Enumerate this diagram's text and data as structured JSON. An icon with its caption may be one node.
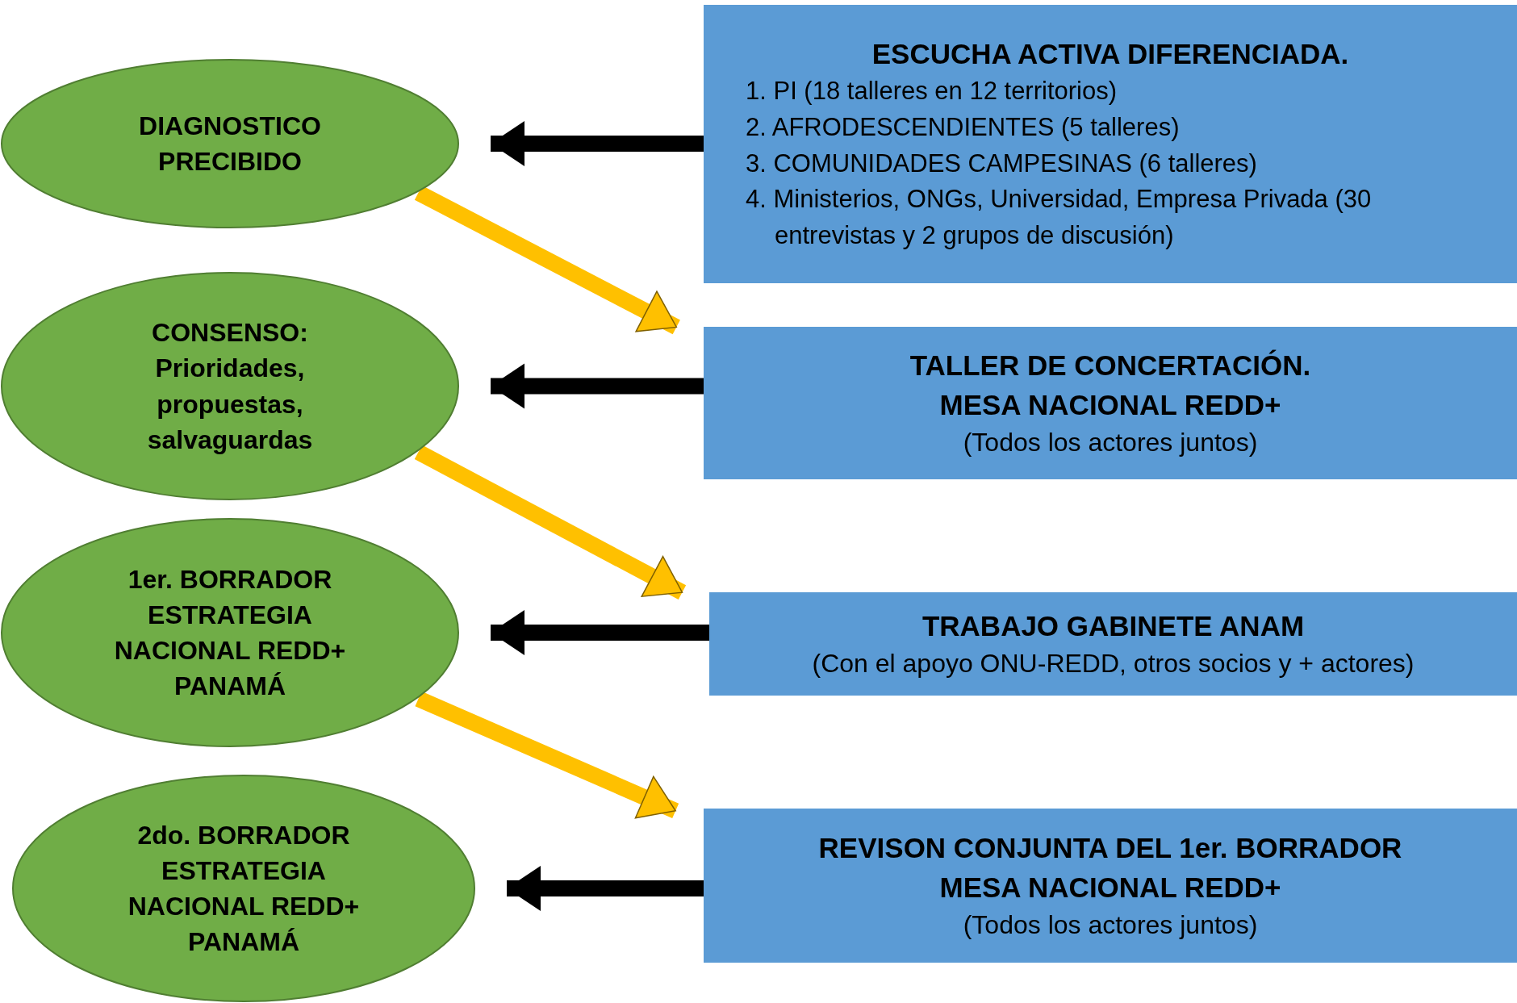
{
  "diagram": {
    "nodes": [
      {
        "text": [
          "DIAGNOSTICO PRECIBIDO"
        ]
      },
      {
        "text": [
          "CONSENSO: Prioridades, propuestas, salvaguardas"
        ]
      },
      {
        "text": [
          "1er. BORRADOR ESTRATEGIA NACIONAL REDD+ PANAMÁ"
        ]
      },
      {
        "text": [
          "2do. BORRADOR ESTRATEGIA NACIONAL REDD+ PANAMÁ"
        ]
      },
      {
        "text": [
          "ESCUCHA ACTIVA DIFERENCIADA.",
          "1. PI (18 talleres en 12 territorios)",
          "2. AFRODESCENDIENTES (5 talleres)",
          "3. COMUNIDADES CAMPESINAS (6 talleres)",
          "4. Ministerios, ONGs, Universidad, Empresa Privada (30 entrevistas y 2 grupos de discusión)"
        ]
      },
      {
        "text": [
          "TALLER DE CONCERTACIÓN.",
          "MESA NACIONAL REDD+",
          "(Todos los actores juntos)"
        ]
      },
      {
        "text": [
          "TRABAJO GABINETE ANAM",
          "(Con el apoyo ONU-REDD, otros socios y + actores)"
        ]
      },
      {
        "text": [
          "REVISON CONJUNTA DEL 1er. BORRADOR",
          "MESA NACIONAL REDD+",
          "(Todos los actores juntos)"
        ]
      }
    ],
    "edges": [
      {
        "from": 4,
        "to": 0,
        "arrow": "to"
      },
      {
        "from": 0,
        "to": 5,
        "arrow": "to",
        "color": "#ffc000"
      },
      {
        "from": 5,
        "to": 1,
        "arrow": "to"
      },
      {
        "from": 1,
        "to": 6,
        "arrow": "to",
        "color": "#ffc000"
      },
      {
        "from": 6,
        "to": 2,
        "arrow": "to"
      },
      {
        "from": 2,
        "to": 7,
        "arrow": "to",
        "color": "#ffc000"
      },
      {
        "from": 7,
        "to": 3,
        "arrow": "to"
      }
    ]
  }
}
